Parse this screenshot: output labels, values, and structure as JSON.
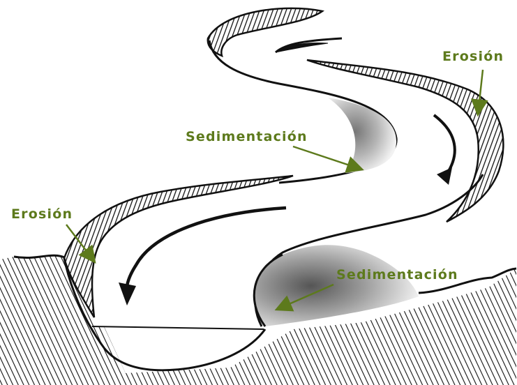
{
  "labels": {
    "erosion_top_right": "Erosión",
    "sedimentation_middle": "Sedimentación",
    "erosion_left": "Erosión",
    "sedimentation_bottom": "Sedimentación"
  },
  "colors": {
    "label_text": "#5d7a1c",
    "pointer": "#5d7a1c",
    "ink": "#111111",
    "background": "#ffffff"
  }
}
